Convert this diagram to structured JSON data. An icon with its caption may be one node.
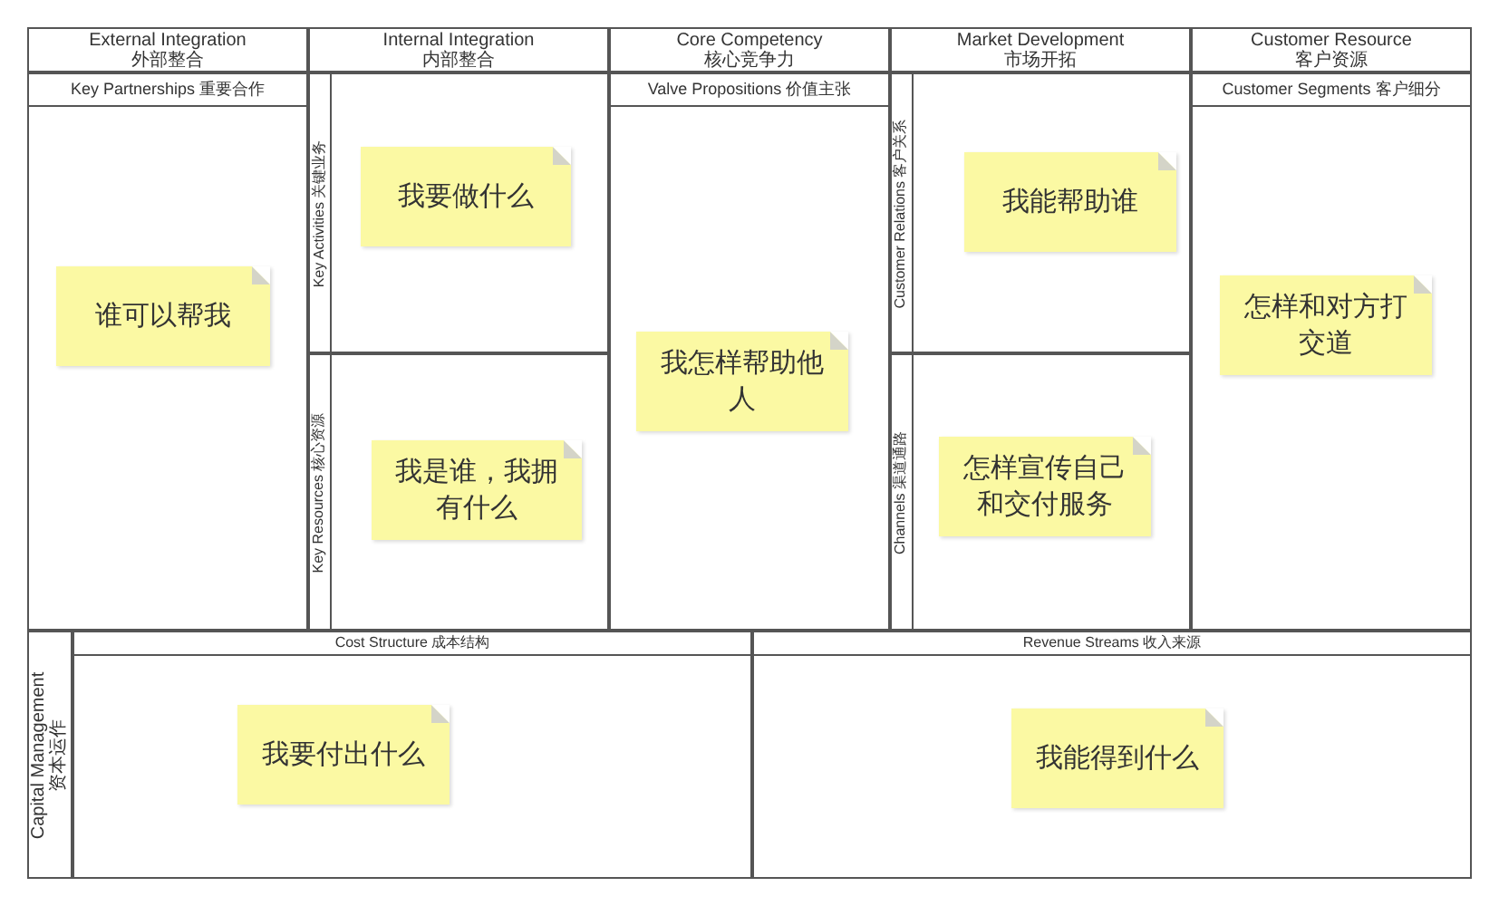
{
  "diagram": {
    "nodes": [
      {
        "text": [
          "External Integration",
          "外部整合"
        ]
      },
      {
        "text": [
          "Internal Integration",
          "内部整合"
        ]
      },
      {
        "text": [
          "Core Competency",
          "核心竞争力"
        ]
      },
      {
        "text": [
          "Market Development",
          "市场开拓"
        ]
      },
      {
        "text": [
          "Customer Resource",
          "客户资源"
        ]
      },
      {
        "text": [
          "Key Partnerships 重要合作"
        ]
      },
      {
        "text": [
          "谁可以帮我"
        ],
        "in": 5
      },
      {
        "text": [
          "Key Activities 关键业务"
        ]
      },
      {
        "text": [
          "我要做什么"
        ],
        "in": 7
      },
      {
        "text": [
          "Key Resources 核心资源"
        ]
      },
      {
        "text": [
          "我是谁，我拥有什么"
        ],
        "in": 9
      },
      {
        "text": [
          "Valve Propositions 价值主张"
        ]
      },
      {
        "text": [
          "我怎样帮助他人"
        ],
        "in": 11
      },
      {
        "text": [
          "Customer Relations 客户关系"
        ]
      },
      {
        "text": [
          "我能帮助谁"
        ],
        "in": 13
      },
      {
        "text": [
          "Channels 渠道通路"
        ]
      },
      {
        "text": [
          "怎样宣传自己和交付服务"
        ],
        "in": 15
      },
      {
        "text": [
          "Customer Segments 客户细分"
        ]
      },
      {
        "text": [
          "怎样和对方打交道"
        ],
        "in": 17
      },
      {
        "text": [
          "Capital Management",
          "资本运作"
        ]
      },
      {
        "text": [
          "Cost Structure 成本结构"
        ]
      },
      {
        "text": [
          "我要付出什么"
        ],
        "in": 20
      },
      {
        "text": [
          "Revenue Streams 收入来源"
        ]
      },
      {
        "text": [
          "我能得到什么"
        ],
        "in": 22
      }
    ]
  }
}
